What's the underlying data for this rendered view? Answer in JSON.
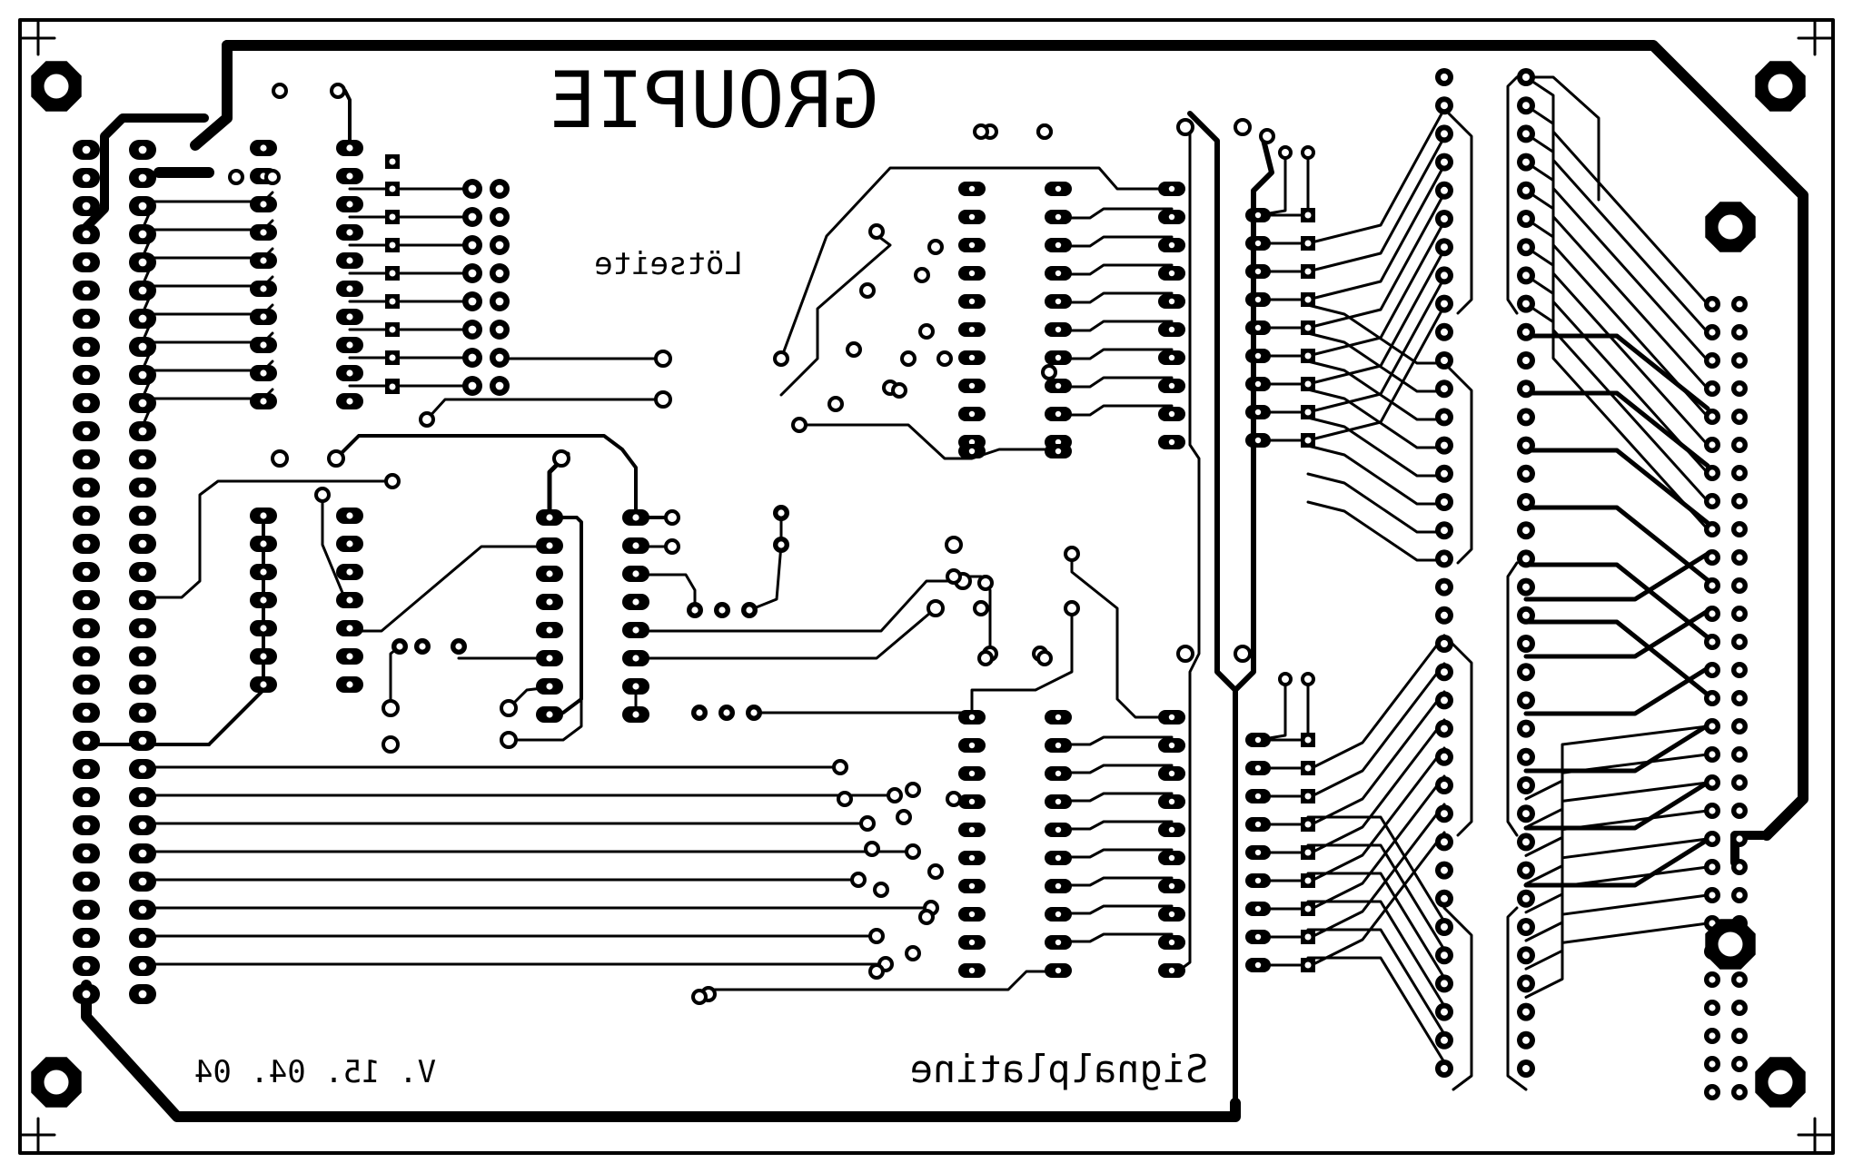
{
  "labels": {
    "title": "GROUPIE",
    "side": "Lötseite",
    "version": "V.  15. 04. 04",
    "footer": "Signalplatine"
  },
  "colors": {
    "copper": "#000000",
    "substrate": "#ffffff"
  }
}
